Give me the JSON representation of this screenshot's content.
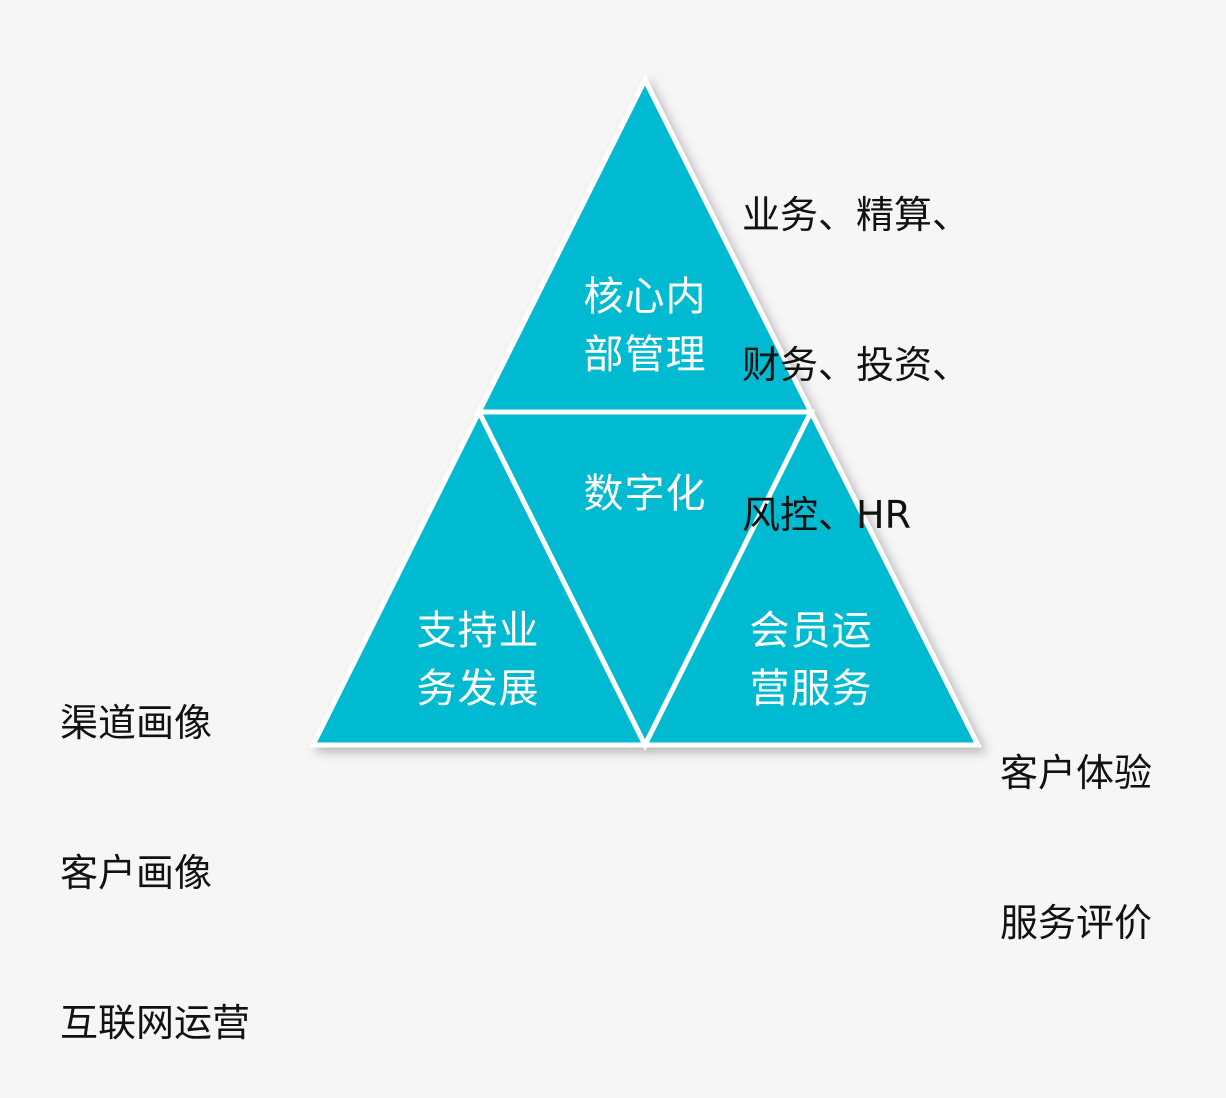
{
  "colors": {
    "fill": "#03bad2",
    "gap": "#ffffff"
  },
  "top": {
    "lines": [
      "核心内",
      "部管理"
    ]
  },
  "center": {
    "lines": [
      "数字化"
    ]
  },
  "bottom_left": {
    "lines": [
      "支持业",
      "务发展"
    ]
  },
  "bottom_right": {
    "lines": [
      "会员运",
      "营服务"
    ]
  },
  "annotations": {
    "top_right": [
      "业务、精算、",
      "财务、投资、",
      "风控、HR"
    ],
    "left": [
      "渠道画像",
      "客户画像",
      "互联网运营"
    ],
    "right": [
      "客户体验",
      "服务评价"
    ]
  }
}
